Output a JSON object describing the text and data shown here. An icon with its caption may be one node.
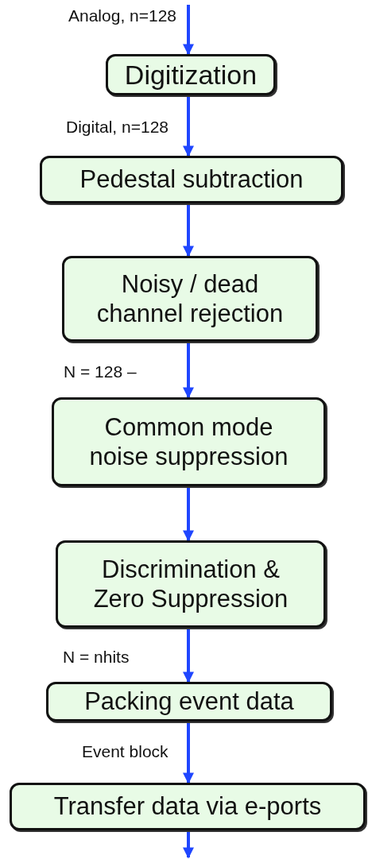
{
  "diagram": {
    "nodes": [
      {
        "text": [
          "Digitization"
        ]
      },
      {
        "text": [
          "Pedestal subtraction"
        ]
      },
      {
        "text": [
          "Noisy / dead channel rejection"
        ]
      },
      {
        "text": [
          "Common mode noise suppression"
        ]
      },
      {
        "text": [
          "Discrimination & Zero Suppression"
        ]
      },
      {
        "text": [
          "Packing event data"
        ]
      },
      {
        "text": [
          "Transfer data via e-ports"
        ]
      }
    ],
    "edges": [
      {
        "from": null,
        "to": 0,
        "arrow": "to",
        "label": "Analog, n=128"
      },
      {
        "from": 0,
        "to": 1,
        "arrow": "to",
        "label": "Digital, n=128"
      },
      {
        "from": 1,
        "to": 2,
        "arrow": "to"
      },
      {
        "from": 2,
        "to": 3,
        "arrow": "to",
        "label": "N = 128 –"
      },
      {
        "from": 3,
        "to": 4,
        "arrow": "to"
      },
      {
        "from": 4,
        "to": 5,
        "arrow": "to",
        "label": "N = nhits"
      },
      {
        "from": 5,
        "to": 6,
        "arrow": "to",
        "label": "Event block"
      },
      {
        "from": 6,
        "to": null,
        "arrow": "to"
      }
    ]
  }
}
